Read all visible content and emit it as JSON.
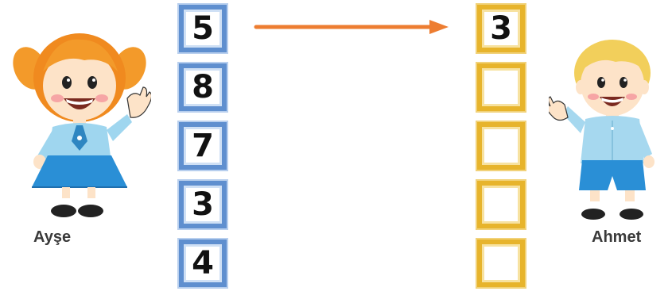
{
  "left_character": {
    "name": "Ayşe"
  },
  "right_character": {
    "name": "Ahmet"
  },
  "left_numbers": [
    "5",
    "8",
    "7",
    "3",
    "4"
  ],
  "right_numbers": [
    "3",
    "",
    "",
    "",
    ""
  ],
  "colors": {
    "blue_box": "#5f8fcf",
    "yellow_box": "#e7b42c",
    "arrow": "#ed7d31"
  }
}
